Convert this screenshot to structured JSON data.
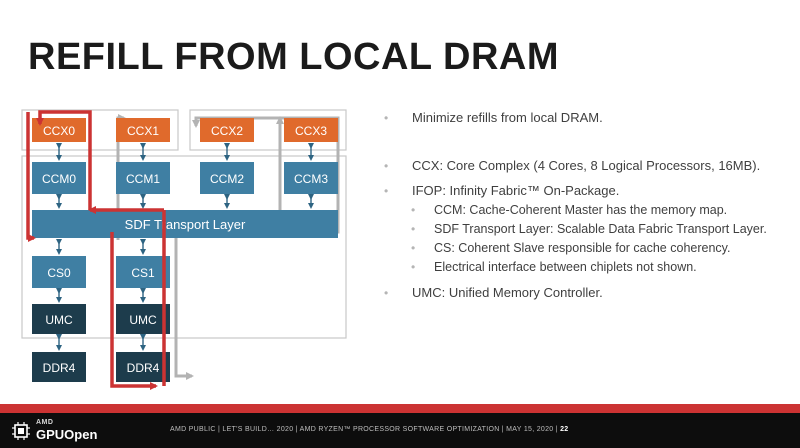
{
  "slide": {
    "title": "REFILL FROM LOCAL DRAM"
  },
  "diagram": {
    "ccx": [
      "CCX0",
      "CCX1",
      "CCX2",
      "CCX3"
    ],
    "ccm": [
      "CCM0",
      "CCM1",
      "CCM2",
      "CCM3"
    ],
    "sdf": "SDF Transport Layer",
    "cs": [
      "CS0",
      "CS1"
    ],
    "umc": [
      "UMC",
      "UMC"
    ],
    "ddr": [
      "DDR4",
      "DDR4"
    ],
    "colors": {
      "ccx": "#e06a2c",
      "teal": "#3f7fa3",
      "dark": "#1d3c4c",
      "path": "#cc3333",
      "gray_path": "#b3b3b3"
    }
  },
  "bullets": [
    {
      "level": 1,
      "text": "Minimize refills from local DRAM."
    },
    {
      "level": 1,
      "text": "CCX: Core Complex (4 Cores, 8 Logical Processors, 16MB)."
    },
    {
      "level": 1,
      "text": "IFOP: Infinity Fabric™ On-Package."
    },
    {
      "level": 2,
      "text": "CCM: Cache-Coherent Master has the memory map."
    },
    {
      "level": 2,
      "text": "SDF Transport Layer: Scalable Data Fabric Transport Layer."
    },
    {
      "level": 2,
      "text": "CS: Coherent Slave responsible for cache coherency."
    },
    {
      "level": 2,
      "text": "Electrical interface between chiplets not shown."
    },
    {
      "level": 1,
      "text": "UMC: Unified Memory Controller."
    }
  ],
  "footer": {
    "logo_brand": "AMD",
    "logo_product": "GPUOpen",
    "text": "AMD PUBLIC  |  LET'S BUILD… 2020  |  AMD RYZEN™ PROCESSOR SOFTWARE OPTIMIZATION  |  MAY 15, 2020  |",
    "page": "22"
  }
}
